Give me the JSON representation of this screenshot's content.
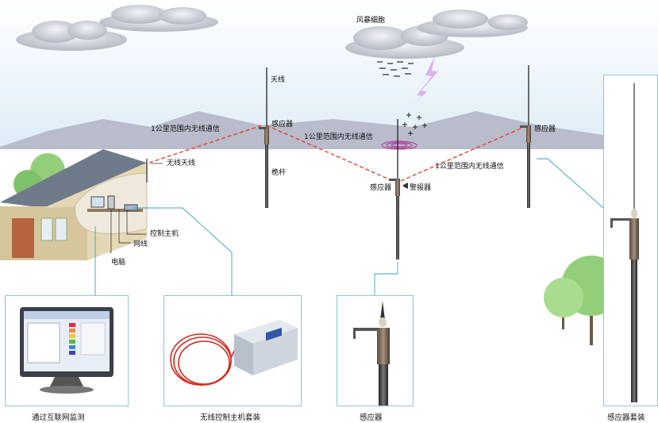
{
  "labels": {
    "storm_cell": "风暴细胞",
    "antenna": "天线",
    "sensor_top_left": "感应器",
    "mast": "桅杆",
    "sensor_center": "感应器",
    "alarm": "警报器",
    "sensor_right": "感应器",
    "wireless_antenna": "无线天线",
    "control_host": "控制主机",
    "network_cable": "网线",
    "computer": "电脑",
    "link_left": "1公里范围内无线通信",
    "link_middle": "1公里范围内无线通信",
    "link_right": "1公里范围内无线通信"
  },
  "captions": {
    "internet_monitoring": "通过互联网监测",
    "wireless_host_kit": "无线控制主机套装",
    "sensor": "感应器",
    "sensor_kit": "感应器套装"
  },
  "colors": {
    "sky_top": "#ffffff",
    "sky_bottom": "#dcebf6",
    "mountain": "#b9bccb",
    "grass": "#ffffff",
    "dash_link": "#e0452c",
    "panel_border": "#8ec5d6",
    "lightning": "#d9a6e6",
    "tree": "#93cf7a",
    "house_wall": "#d6c69c",
    "roof": "#6f7a8a"
  }
}
